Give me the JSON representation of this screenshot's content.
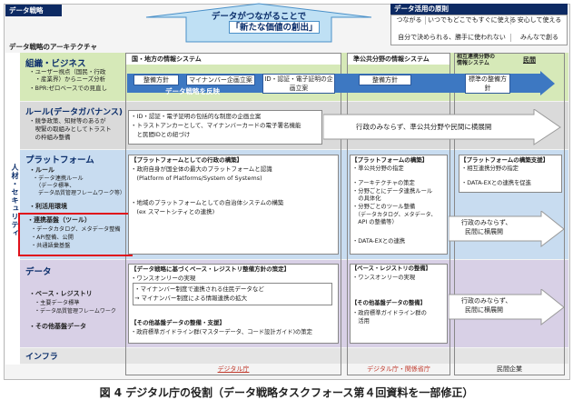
{
  "header": {
    "corner_label": "データ戦略",
    "goal_line1": "データがつながることで",
    "goal_line2": "「新たな価値の創出」",
    "architecture_label": "データ戦略のアーキテクチャ"
  },
  "principles": {
    "title": "データ活用の原則",
    "row1": [
      "つながる",
      "いつでもどこでもすぐに使える",
      "安心して使える"
    ],
    "row2": [
      "自分で決められる、勝手に使われない",
      "みんなで創る"
    ]
  },
  "column_headers": {
    "local": "国・地方の情報システム",
    "quasi": "準公共分野の情報システム",
    "mutual_line1": "相互連携分野の",
    "mutual_line2": "情報システム",
    "private": "民間"
  },
  "security_label": "人材・セキュリティ",
  "layers": {
    "business": {
      "title": "組織・ビジネス",
      "items": [
        "・ユーザー視点（国民・行政",
        "　・産業界）からニーズ分析",
        "・BPR:ゼロベースでの見直し"
      ],
      "pills": [
        "整備方針",
        "マイナンバー企画立案",
        "ID・認証・電子証明の企画立案",
        "整備方針",
        "標準の整備方針"
      ],
      "arrow_text": "データ戦略を反映"
    },
    "governance": {
      "title": "ルール(データガバナンス)",
      "items": [
        "・競争政策、知財等のあるが",
        "　喫緊の取組みとしてトラスト",
        "　の枠組み整備"
      ],
      "box_lines": [
        "・ID・認証・電子証明の包括的な制度の企画立案",
        "・トラストアンカーとして、マイナンバーカードの電子署名機能",
        "　と民間IDとの紐づけ"
      ],
      "arrow_text": "行政のみならず、準公共分野や民間に横展開"
    },
    "platform": {
      "title": "プラットフォーム",
      "rule_label": "・ルール",
      "rule_items": [
        "・データ連携ルール",
        "　（データ標準、",
        "　データ品質管理フレームワーク等）"
      ],
      "env_label": "・利活用環境",
      "tool_label": "・連携基盤（ツール）",
      "tool_items": [
        "・データカタログ、メタデータ整備",
        "・API整備、公開",
        "・共通語彙基盤"
      ],
      "local_box": {
        "title": "【プラットフォームとしての行政の構築】",
        "lines": [
          "・政府自身が国全体の最大のプラットフォームと認識",
          "　(Platform of Platforms/System of Systems)",
          "",
          "・地域のプラットフォームとしての自治体システムの構築",
          "　(ex スマートシティとの連携)"
        ]
      },
      "quasi_box": {
        "title": "【プラットフォームの構築】",
        "lines": [
          "・準公共分野の指定",
          "",
          "・アーキテクチャの策定",
          "・分野ごとにデータ連携ルール",
          "　の具体化",
          "・分野ごとのツール整備",
          "　（データカタログ、メタデータ、",
          "　API の整備等）",
          "",
          "・DATA-EXとの連携"
        ]
      },
      "mutual_box": {
        "title": "【プラットフォームの構築支援】",
        "lines": [
          "・相互連携分野の指定",
          "",
          "・DATA-EXとの連携を促進"
        ]
      },
      "arrow_text_line1": "行政のみならず、",
      "arrow_text_line2": "民間に横展開"
    },
    "data": {
      "title": "データ",
      "base_label": "・ベース・レジストリ",
      "base_items": [
        "・主要データ標準",
        "・データ品質管理フレームワーク"
      ],
      "other_label": "・その他基盤データ",
      "local_box": {
        "title1": "【データ戦略に基づくベース・レジストリ整備方針の策定】",
        "line1": "・ワンスオンリーの実現",
        "sub": [
          "・マイナンバー制度で連携される住民データなど",
          "→ マイナンバー制度による情報連携の拡大"
        ],
        "title2": "【その他基盤データの整備・支援】",
        "line2": "・政府標準ガイドライン群(マスターデータ、コード設計ガイド)の策定"
      },
      "quasi_box": {
        "title1": "【ベース・レジストリの整備】",
        "line1": "・ワンスオンリーの実現",
        "title2": "【その他基盤データの整備】",
        "lines2": [
          "・政府標準ガイドライン群の",
          "　活用"
        ]
      },
      "arrow_text_line1": "行政のみならず、",
      "arrow_text_line2": "民間に横展開"
    },
    "infra": {
      "title": "インフラ"
    }
  },
  "footers": {
    "local": "デジタル庁",
    "quasi": "デジタル庁・関係省庁",
    "private": "民間企業"
  },
  "caption": "図 4 デジタル庁の役割（データ戦略タスクフォース第４回資料を一部修正）",
  "colors": {
    "business": "#d6e9b8",
    "governance": "#dadada",
    "platform": "#c8dcf0",
    "data": "#d8d0e6",
    "highlight": "#e0101a",
    "navy": "#0d2a63"
  }
}
